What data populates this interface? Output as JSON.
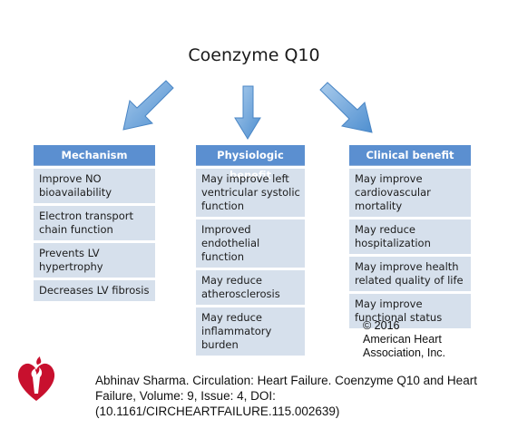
{
  "title": "Coenzyme Q10",
  "columns": [
    {
      "header": "Mechanism",
      "items": [
        "Improve NO bioavailability",
        "Electron transport chain function",
        "Prevents LV hypertrophy",
        "Decreases LV fibrosis"
      ]
    },
    {
      "header": "Physiologic benefit",
      "items": [
        "May improve left ventricular systolic function",
        "Improved endothelial function",
        "May reduce atherosclerosis",
        "May reduce inflammatory burden"
      ]
    },
    {
      "header": "Clinical benefit",
      "items": [
        "May improve cardiovascular mortality",
        "May reduce hospitalization",
        "May improve health related quality of life",
        "May improve functional status"
      ]
    }
  ],
  "copyright": [
    "© 2016",
    "American Heart",
    "Association, Inc."
  ],
  "citation": "Abhinav Sharma. Circulation: Heart Failure. Coenzyme Q10 and Heart Failure, Volume: 9, Issue: 4, DOI: (10.1161/CIRCHEARTFAILURE.115.002639)",
  "colors": {
    "header_blue": "#5b8fd0",
    "item_bg": "#d6e0ec",
    "arrow_fill": "#6fa8dc",
    "logo_red": "#c8102e"
  },
  "icons": [
    "heart-torch-logo-icon",
    "arrow-down-left-icon",
    "arrow-down-icon",
    "arrow-down-right-icon"
  ]
}
